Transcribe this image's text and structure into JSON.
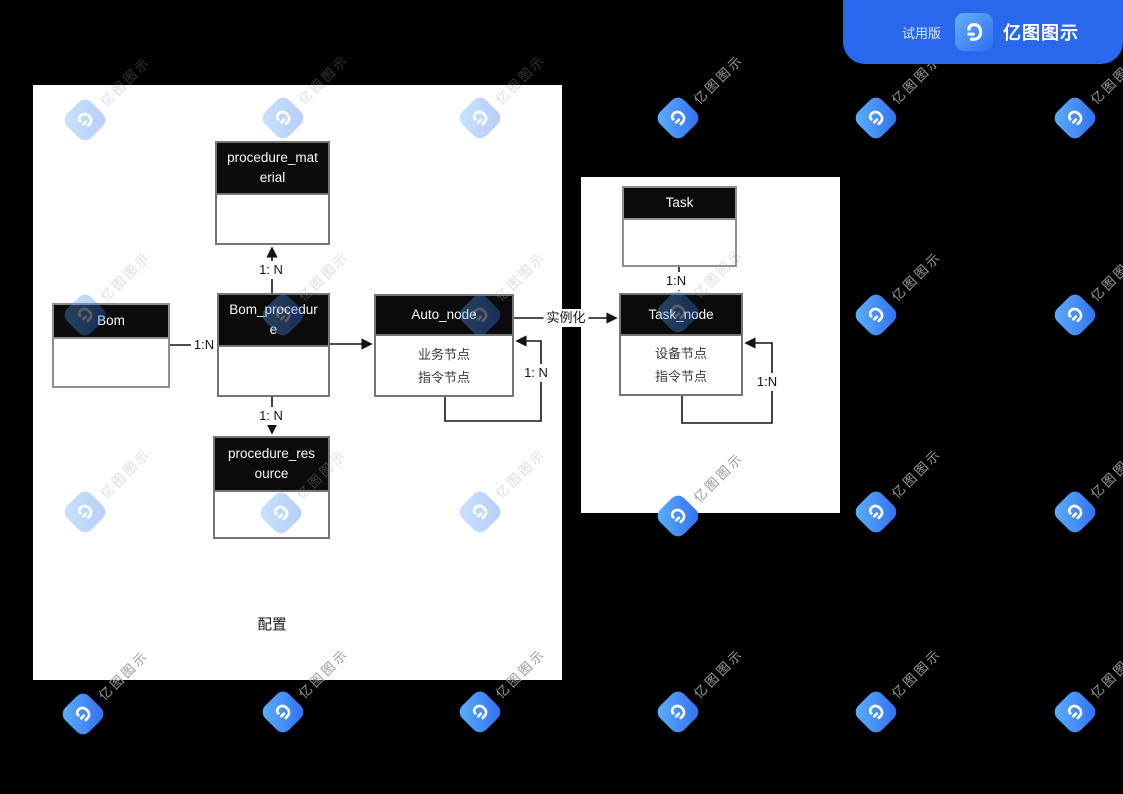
{
  "badge": {
    "trial_label": "试用版",
    "brand": "亿图图示"
  },
  "watermark": {
    "text": "亿图图示"
  },
  "entities": {
    "procedure_material": {
      "name": "procedure_material"
    },
    "bom": {
      "name": "Bom"
    },
    "bom_procedure": {
      "name": "Bom_procedure"
    },
    "auto_node": {
      "name": "Auto_node",
      "body_line1": "业务节点",
      "body_line2": "指令节点"
    },
    "procedure_resource": {
      "name": "procedure_resource"
    },
    "task": {
      "name": "Task"
    },
    "task_node": {
      "name": "Task_node",
      "body_line1": "设备节点",
      "body_line2": "指令节点"
    }
  },
  "relations": {
    "bom_to_bom_procedure": "1:N",
    "bom_procedure_to_material": "1: N",
    "bom_procedure_to_resource": "1: N",
    "auto_node_self": "1: N",
    "instantiate": "实例化",
    "task_to_task_node": "1:N",
    "task_node_self": "1:N"
  },
  "annotations": {
    "config_label": "配置"
  }
}
